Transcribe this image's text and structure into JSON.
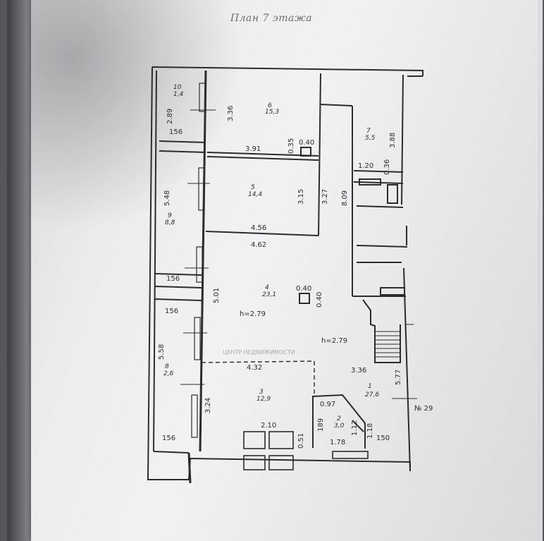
{
  "title": "План 7 этажа",
  "watermark": "ЦЕНТР НЕДВИЖИМОСТИ",
  "rooms": [
    {
      "id": "room-10",
      "number": "10",
      "area": "1,4"
    },
    {
      "id": "room-6",
      "number": "6",
      "area": "15,3"
    },
    {
      "id": "room-7",
      "number": "7",
      "area": "5,5"
    },
    {
      "id": "room-5",
      "number": "5",
      "area": "14,4"
    },
    {
      "id": "room-9",
      "number": "9",
      "area": "8,8"
    },
    {
      "id": "room-4",
      "number": "4",
      "area": "23,1"
    },
    {
      "id": "room-8",
      "number": "8",
      "area": "2,6"
    },
    {
      "id": "room-3",
      "number": "3",
      "area": "12,9"
    },
    {
      "id": "room-1",
      "number": "1",
      "area": "27,6"
    },
    {
      "id": "room-2",
      "number": "2",
      "area": "3,0"
    }
  ],
  "dimensions": [
    "2.89",
    "156",
    "3.36",
    "3.91",
    "0.35",
    "0.40",
    "3.88",
    "1.20",
    "0.36",
    "5.48",
    "3.15",
    "3.27",
    "8.09",
    "4.56",
    "4.62",
    "156",
    "5.01",
    "0.40",
    "0.40",
    "156",
    "5.58",
    "4.32",
    "3.36",
    "5.77",
    "3.24",
    "0.97",
    "189",
    "1.12",
    "1.18",
    "2.10",
    "0.51",
    "1.78",
    "150",
    "156"
  ],
  "heights": [
    "h=2.79",
    "h=2.79"
  ],
  "apartment_number": "№ 29"
}
